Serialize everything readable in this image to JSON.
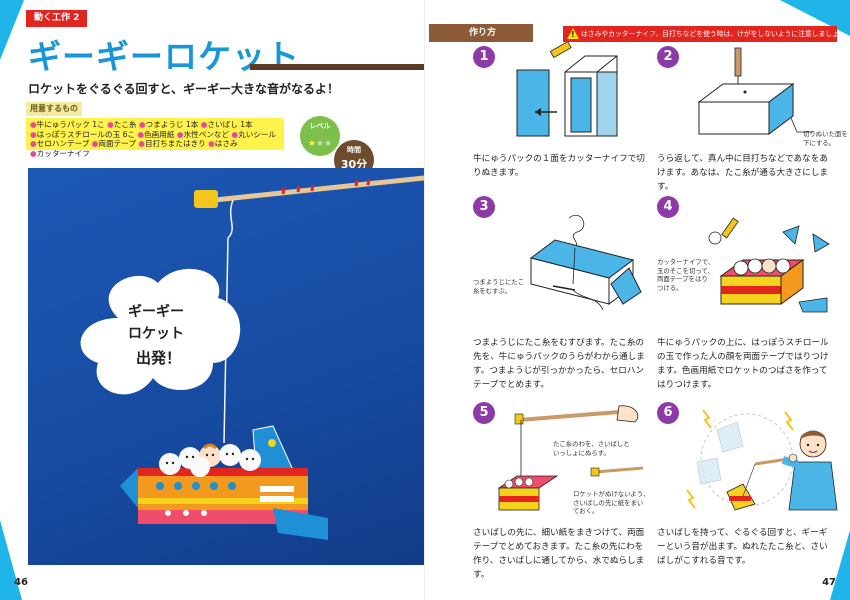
{
  "left_page": {
    "section_tag": "動く工作 2",
    "title": "ギーギーロケット",
    "subtitle": "ロケットをぐるぐる回すと、ギーギー大きな音がなるよ！",
    "materials_label": "用意するもの",
    "materials": [
      "牛にゅうパック 1こ",
      "たこ糸",
      "つまようじ 1本",
      "さいばし 1本",
      "はっぽうスチロールの玉 6こ",
      "色画用紙",
      "水性ペンなど",
      "丸いシール",
      "セロハンテープ",
      "両面テープ",
      "目打ちまたはきり",
      "はさみ",
      "カッターナイフ"
    ],
    "level_label": "レベル",
    "level_value": 1,
    "level_max": 3,
    "time_label": "時間",
    "time_value": "30分",
    "bubble_line1": "ギーギー",
    "bubble_line2": "ロケット",
    "bubble_line3": "出発！",
    "page_number": "46"
  },
  "right_page": {
    "howto_label": "作り方",
    "warning": "はさみやカッターナイフ、目打ちなどを使う時は、けがをしないように注意しましょう。",
    "steps": [
      {
        "num": "1",
        "text": "牛にゅうパックの１面をカッターナイフで切りぬきます。"
      },
      {
        "num": "2",
        "text": "うら返して、真ん中に目打ちなどであなをあけます。あなは、たこ糸が通る大きさにします。"
      },
      {
        "num": "3",
        "text": "つまようじにたこ糸をむすびます。たこ糸の先を、牛にゅうパックのうらがわから通します。つまようじが引っかかったら、セロハンテープでとめます。"
      },
      {
        "num": "4",
        "text": "牛にゅうパックの上に、はっぽうスチロールの玉で作った人の顔を両面テープではりつけます。色画用紙でロケットのつばさを作ってはりつけます。"
      },
      {
        "num": "5",
        "text": "さいばしの先に、細い紙をまきつけて、両面テープでとめておきます。たこ糸の先にわを作り、さいばしに通してから、水でぬらします。"
      },
      {
        "num": "6",
        "text": "さいばしを持って、ぐるぐる回すと、ギーギーという音が出ます。ぬれたたこ糸と、さいばしがこすれる音です。"
      }
    ],
    "notes": {
      "step2_line1": "切りぬいた面を",
      "step2_line2": "下にする。",
      "step3_line1": "つまようじにたこ",
      "step3_line2": "糸をむすぶ。",
      "step4_line1": "カッターナイフで、",
      "step4_line2": "玉のそこを切って、",
      "step4_line3": "両面テープをはり",
      "step4_line4": "つける。",
      "step5a_line1": "たこ糸のわを、さいばしと",
      "step5a_line2": "いっしょにぬらす。",
      "step5b_line1": "ロケットがぬけないよう、",
      "step5b_line2": "さいばしの先に紙をまい",
      "step5b_line3": "ておく。"
    },
    "page_number": "47"
  },
  "colors": {
    "accent_blue": "#1896d8",
    "corner_blue": "#1fb5e9",
    "step_purple": "#8b3aa8",
    "warning_red": "#e2251f",
    "materials_yellow": "#fff24a",
    "howto_brown": "#8b5a36"
  }
}
